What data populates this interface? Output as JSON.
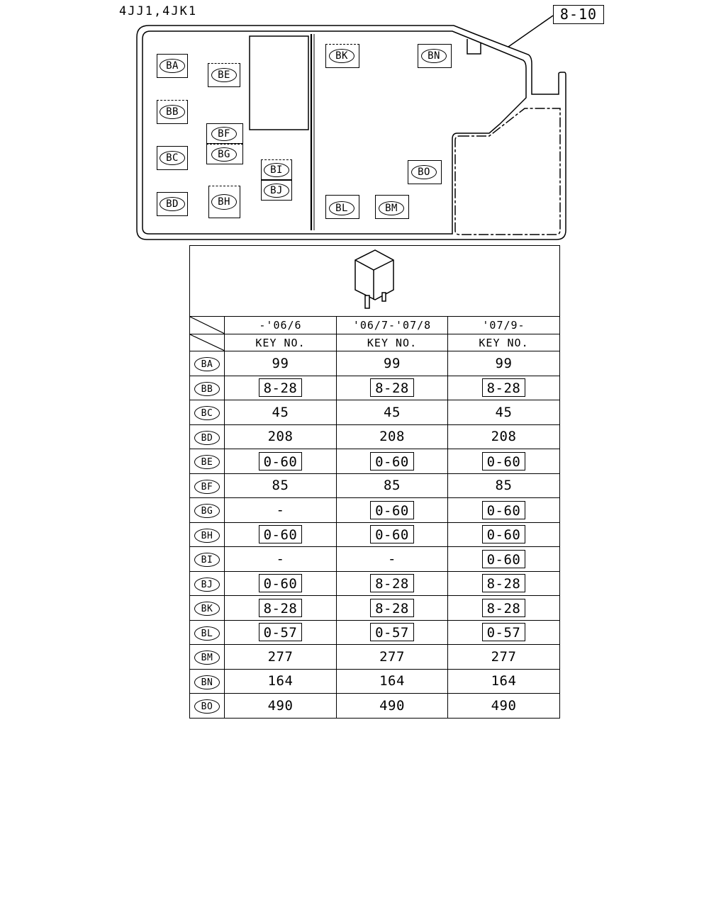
{
  "header": {
    "engine": "4JJ1,4JK1",
    "reference": "8-10"
  },
  "layout": {
    "locations": [
      "BA",
      "BB",
      "BC",
      "BD",
      "BE",
      "BF",
      "BG",
      "BH",
      "BI",
      "BJ",
      "BK",
      "BL",
      "BM",
      "BN",
      "BO"
    ]
  },
  "table": {
    "columns": [
      {
        "period": "-'06/6",
        "key_label": "KEY NO."
      },
      {
        "period": "'06/7-'07/8",
        "key_label": "KEY NO."
      },
      {
        "period": "'07/9-",
        "key_label": "KEY NO."
      }
    ],
    "rows": [
      {
        "code": "BA",
        "values": [
          "99",
          "99",
          "99"
        ],
        "boxed": [
          false,
          false,
          false
        ]
      },
      {
        "code": "BB",
        "values": [
          "8-28",
          "8-28",
          "8-28"
        ],
        "boxed": [
          true,
          true,
          true
        ]
      },
      {
        "code": "BC",
        "values": [
          "45",
          "45",
          "45"
        ],
        "boxed": [
          false,
          false,
          false
        ]
      },
      {
        "code": "BD",
        "values": [
          "208",
          "208",
          "208"
        ],
        "boxed": [
          false,
          false,
          false
        ]
      },
      {
        "code": "BE",
        "values": [
          "0-60",
          "0-60",
          "0-60"
        ],
        "boxed": [
          true,
          true,
          true
        ]
      },
      {
        "code": "BF",
        "values": [
          "85",
          "85",
          "85"
        ],
        "boxed": [
          false,
          false,
          false
        ]
      },
      {
        "code": "BG",
        "values": [
          "-",
          "0-60",
          "0-60"
        ],
        "boxed": [
          false,
          true,
          true
        ]
      },
      {
        "code": "BH",
        "values": [
          "0-60",
          "0-60",
          "0-60"
        ],
        "boxed": [
          true,
          true,
          true
        ]
      },
      {
        "code": "BI",
        "values": [
          "-",
          "-",
          "0-60"
        ],
        "boxed": [
          false,
          false,
          true
        ]
      },
      {
        "code": "BJ",
        "values": [
          "0-60",
          "8-28",
          "8-28"
        ],
        "boxed": [
          true,
          true,
          true
        ]
      },
      {
        "code": "BK",
        "values": [
          "8-28",
          "8-28",
          "8-28"
        ],
        "boxed": [
          true,
          true,
          true
        ]
      },
      {
        "code": "BL",
        "values": [
          "0-57",
          "0-57",
          "0-57"
        ],
        "boxed": [
          true,
          true,
          true
        ]
      },
      {
        "code": "BM",
        "values": [
          "277",
          "277",
          "277"
        ],
        "boxed": [
          false,
          false,
          false
        ]
      },
      {
        "code": "BN",
        "values": [
          "164",
          "164",
          "164"
        ],
        "boxed": [
          false,
          false,
          false
        ]
      },
      {
        "code": "BO",
        "values": [
          "490",
          "490",
          "490"
        ],
        "boxed": [
          false,
          false,
          false
        ]
      }
    ]
  }
}
